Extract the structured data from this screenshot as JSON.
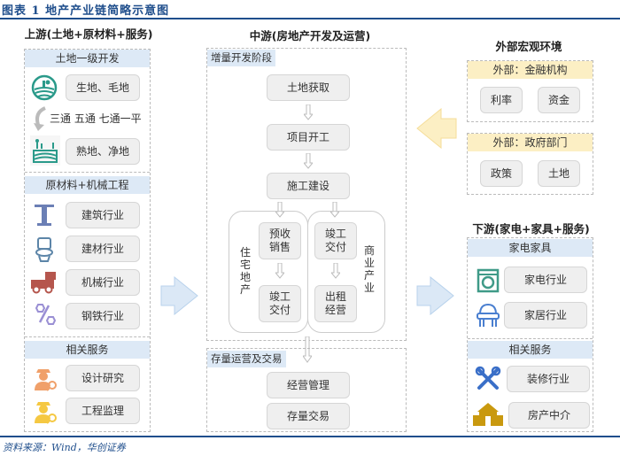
{
  "figure_title": "图表 1   地产产业链简略示意图",
  "source": "资料来源：Wind，华创证券",
  "upstream": {
    "title": "上游(土地+原材料+服务)",
    "land": {
      "header": "土地一级开发",
      "raw": "生地、毛地",
      "process": "三通 五通 七通一平",
      "ready": "熟地、净地"
    },
    "materials": {
      "header": "原材料+机械工程",
      "items": [
        "建筑行业",
        "建材行业",
        "机械行业",
        "钢铁行业"
      ]
    },
    "services": {
      "header": "相关服务",
      "items": [
        "设计研究",
        "工程监理"
      ]
    }
  },
  "midstream": {
    "title": "中游(房地产开发及运营)",
    "incremental": {
      "tag": "增量开发阶段",
      "steps": [
        "土地获取",
        "项目开工",
        "施工建设"
      ],
      "residential": {
        "label": "住宅地产",
        "steps": [
          "预收销售",
          "竣工交付"
        ]
      },
      "commercial": {
        "label": "商业产业",
        "steps": [
          "竣工交付",
          "出租经营"
        ]
      }
    },
    "stock": {
      "tag": "存量运营及交易",
      "steps": [
        "经营管理",
        "存量交易"
      ]
    }
  },
  "external": {
    "title": "外部宏观环境",
    "finance": {
      "header": "外部：金融机构",
      "items": [
        "利率",
        "资金"
      ]
    },
    "government": {
      "header": "外部：政府部门",
      "items": [
        "政策",
        "土地"
      ]
    }
  },
  "downstream": {
    "title": "下游(家电+家具+服务)",
    "home": {
      "header": "家电家具",
      "items": [
        "家电行业",
        "家居行业"
      ]
    },
    "services": {
      "header": "相关服务",
      "items": [
        "装修行业",
        "房产中介"
      ]
    }
  }
}
